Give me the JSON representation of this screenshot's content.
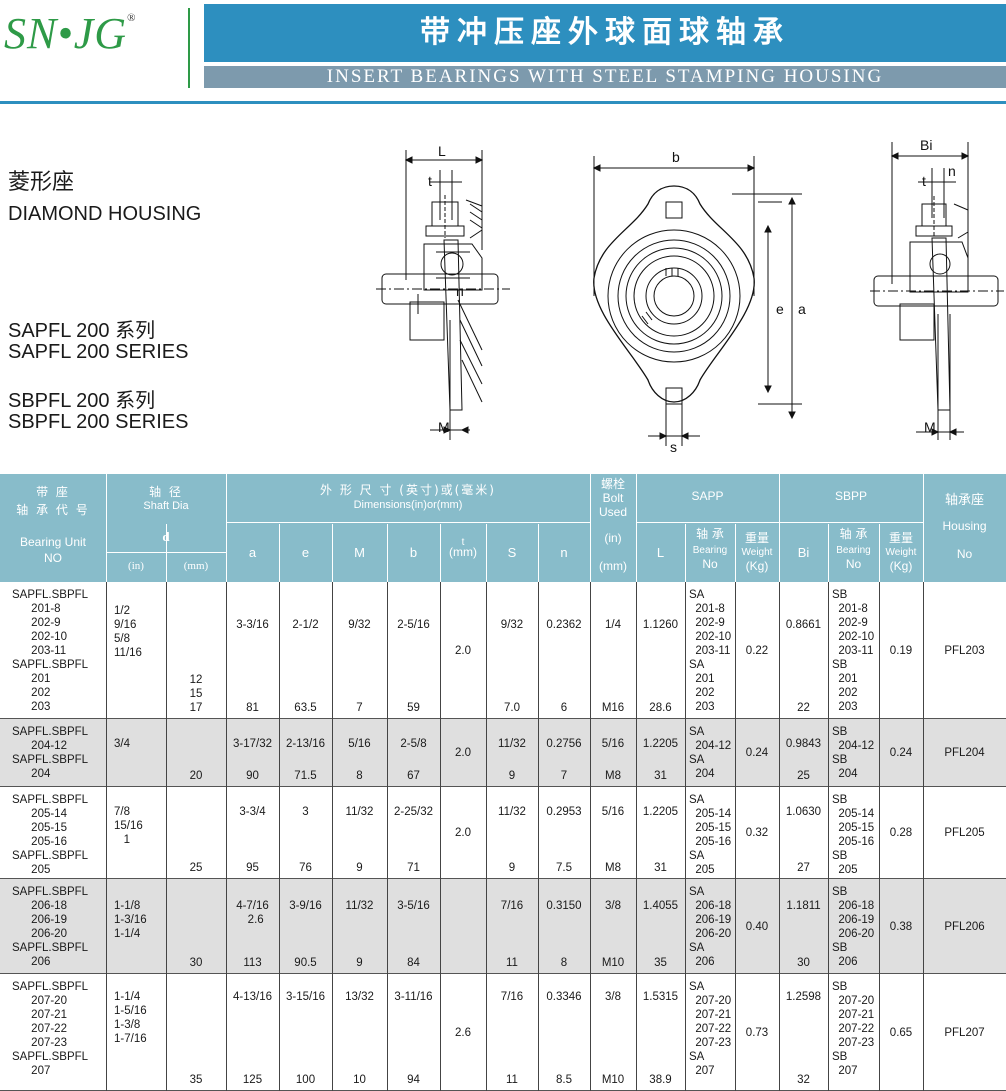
{
  "header": {
    "logo": "SN•JG",
    "logo_mark": "®",
    "title_cn": "带冲压座外球面球轴承",
    "title_en": "INSERT BEARINGS WITH STEEL STAMPING HOUSING"
  },
  "left": {
    "housing_cn": "菱形座",
    "housing_en": "DIAMOND HOUSING",
    "series_1_cn": "SAPFL 200 系列",
    "series_1_en": "SAPFL 200 SERIES",
    "series_2_cn": "SBPFL 200 系列",
    "series_2_en": "SBPFL 200 SERIES"
  },
  "drawing_labels": {
    "L": "L",
    "t": "t",
    "n": "n",
    "M": "M",
    "b": "b",
    "e": "e",
    "a": "a",
    "s": "s",
    "Bi": "Bi"
  },
  "table": {
    "headers": {
      "unit_cn_1": "带  座",
      "unit_cn_2": "轴 承 代 号",
      "unit_en_1": "Bearing Unit",
      "unit_en_2": "NO",
      "shaft_cn": "轴  径",
      "shaft_en": "Shaft  Dia",
      "d": "d",
      "in": "(in)",
      "mm": "(mm)",
      "dim_cn": "外 形 尺 寸 (英寸)或(毫米)",
      "dim_en": "Dimensions(in)or(mm)",
      "a": "a",
      "e": "e",
      "M": "M",
      "b": "b",
      "t": "t",
      "t_unit": "(mm)",
      "S": "S",
      "n": "n",
      "bolt_cn": "螺栓",
      "bolt_en_1": "Bolt",
      "bolt_en_2": "Used",
      "bolt_in": "(in)",
      "bolt_mm": "(mm)",
      "sapp": "SAPP",
      "sbpp": "SBPP",
      "L": "L",
      "bearing_cn": "轴 承",
      "bearing_en": "Bearing",
      "bearing_no": "No",
      "weight_cn": "重量",
      "weight_en": "Weight",
      "weight_unit": "(Kg)",
      "Bi": "Bi",
      "housing_cn": "轴承座",
      "housing_en": "Housing",
      "housing_no": "No"
    },
    "rows": [
      {
        "unit": "SAPFL.SBPFL\n      201-8\n      202-9\n      202-10\n      203-11\nSAPFL.SBPFL\n      201\n      202\n      203",
        "shaft_in": "1/2\n9/16\n5/8\n11/16",
        "shaft_mm": "12\n15\n17",
        "a_in": "3-3/16",
        "a_mm": "81",
        "e_in": "2-1/2",
        "e_mm": "63.5",
        "M_in": "9/32",
        "M_mm": "7",
        "b_in": "2-5/16",
        "b_mm": "59",
        "t": "2.0",
        "S_in": "9/32",
        "S_mm": "7.0",
        "n_in": "0.2362",
        "n_mm": "6",
        "bolt_in": "1/4",
        "bolt_mm": "M16",
        "L_in": "1.1260",
        "L_mm": "28.6",
        "sa_bearing": "SA\n  201-8\n  202-9\n  202-10\n  203-11\nSA\n  201\n  202\n  203",
        "sa_weight": "0.22",
        "Bi_in": "0.8661",
        "Bi_mm": "22",
        "sb_bearing": "SB\n  201-8\n  202-9\n  202-10\n  203-11\nSB\n  201\n  202\n  203",
        "sb_weight": "0.19",
        "housing": "PFL203"
      },
      {
        "unit": "SAPFL.SBPFL\n      204-12\nSAPFL.SBPFL\n      204",
        "shaft_in": "3/4",
        "shaft_mm": "20",
        "a_in": "3-17/32",
        "a_mm": "90",
        "e_in": "2-13/16",
        "e_mm": "71.5",
        "M_in": "5/16",
        "M_mm": "8",
        "b_in": "2-5/8",
        "b_mm": "67",
        "t": "2.0",
        "S_in": "11/32",
        "S_mm": "9",
        "n_in": "0.2756",
        "n_mm": "7",
        "bolt_in": "5/16",
        "bolt_mm": "M8",
        "L_in": "1.2205",
        "L_mm": "31",
        "sa_bearing": "SA\n  204-12\nSA\n  204",
        "sa_weight": "0.24",
        "Bi_in": "0.9843",
        "Bi_mm": "25",
        "sb_bearing": "SB\n  204-12\nSB\n  204",
        "sb_weight": "0.24",
        "housing": "PFL204"
      },
      {
        "unit": "SAPFL.SBPFL\n      205-14\n      205-15\n      205-16\nSAPFL.SBPFL\n      205",
        "shaft_in": "7/8\n15/16\n   1",
        "shaft_mm": "25",
        "a_in": "3-3/4",
        "a_mm": "95",
        "e_in": "3",
        "e_mm": "76",
        "M_in": "11/32",
        "M_mm": "9",
        "b_in": "2-25/32",
        "b_mm": "71",
        "t": "2.0",
        "S_in": "11/32",
        "S_mm": "9",
        "n_in": "0.2953",
        "n_mm": "7.5",
        "bolt_in": "5/16",
        "bolt_mm": "M8",
        "L_in": "1.2205",
        "L_mm": "31",
        "sa_bearing": "SA\n  205-14\n  205-15\n  205-16\nSA\n  205",
        "sa_weight": "0.32",
        "Bi_in": "1.0630",
        "Bi_mm": "27",
        "sb_bearing": "SB\n  205-14\n  205-15\n  205-16\nSB\n  205",
        "sb_weight": "0.28",
        "housing": "PFL205"
      },
      {
        "unit": "SAPFL.SBPFL\n      206-18\n      206-19\n      206-20\nSAPFL.SBPFL\n      206",
        "shaft_in": "1-1/8\n1-3/16\n1-1/4",
        "shaft_mm": "30",
        "a_in": "4-7/16\n  2.6",
        "a_mm": "113",
        "e_in": "3-9/16",
        "e_mm": "90.5",
        "M_in": "11/32",
        "M_mm": "9",
        "b_in": "3-5/16",
        "b_mm": "84",
        "t": "",
        "S_in": "7/16",
        "S_mm": "11",
        "n_in": "0.3150",
        "n_mm": "8",
        "bolt_in": "3/8",
        "bolt_mm": "M10",
        "L_in": "1.4055",
        "L_mm": "35",
        "sa_bearing": "SA\n  206-18\n  206-19\n  206-20\nSA\n  206",
        "sa_weight": "0.40",
        "Bi_in": "1.1811",
        "Bi_mm": "30",
        "sb_bearing": "SB\n  206-18\n  206-19\n  206-20\nSB\n  206",
        "sb_weight": "0.38",
        "housing": "PFL206"
      },
      {
        "unit": "SAPFL.SBPFL\n      207-20\n      207-21\n      207-22\n      207-23\nSAPFL.SBPFL\n      207",
        "shaft_in": "1-1/4\n1-5/16\n1-3/8\n1-7/16",
        "shaft_mm": "35",
        "a_in": "4-13/16",
        "a_mm": "125",
        "e_in": "3-15/16",
        "e_mm": "100",
        "M_in": "13/32",
        "M_mm": "10",
        "b_in": "3-11/16",
        "b_mm": "94",
        "t": "2.6",
        "S_in": "7/16",
        "S_mm": "11",
        "n_in": "0.3346",
        "n_mm": "8.5",
        "bolt_in": "3/8",
        "bolt_mm": "M10",
        "L_in": "1.5315",
        "L_mm": "38.9",
        "sa_bearing": "SA\n  207-20\n  207-21\n  207-22\n  207-23\nSA\n  207",
        "sa_weight": "0.73",
        "Bi_in": "1.2598",
        "Bi_mm": "32",
        "sb_bearing": "SB\n  207-20\n  207-21\n  207-22\n  207-23\nSB\n  207",
        "sb_weight": "0.65",
        "housing": "PFL207"
      }
    ]
  }
}
